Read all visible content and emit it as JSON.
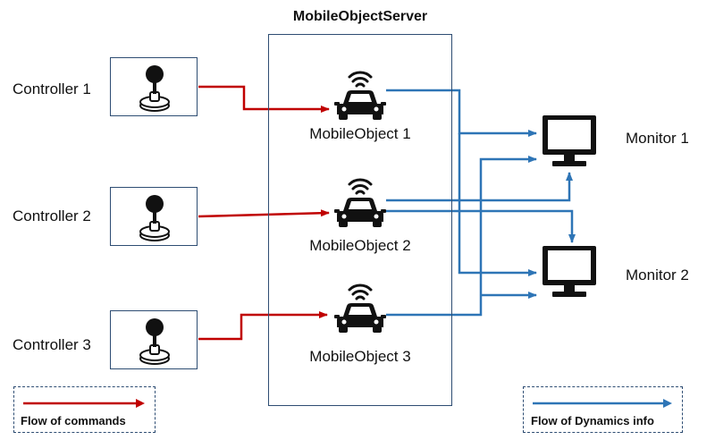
{
  "server": {
    "title": "MobileObjectServer"
  },
  "controllers": [
    {
      "label": "Controller 1"
    },
    {
      "label": "Controller 2"
    },
    {
      "label": "Controller 3"
    }
  ],
  "mobile_objects": [
    {
      "label": "MobileObject 1"
    },
    {
      "label": "MobileObject 2"
    },
    {
      "label": "MobileObject 3"
    }
  ],
  "monitors": [
    {
      "label": "Monitor 1"
    },
    {
      "label": "Monitor 2"
    }
  ],
  "legend": {
    "commands": "Flow of commands",
    "dynamics": "Flow of Dynamics info"
  },
  "colors": {
    "commands": "#c00000",
    "dynamics": "#2e75b6",
    "box_border": "#2e4d73"
  },
  "icons": {
    "controller": "joystick-icon",
    "mobile_object": "car-with-signal-icon",
    "monitor": "computer-monitor-icon"
  }
}
